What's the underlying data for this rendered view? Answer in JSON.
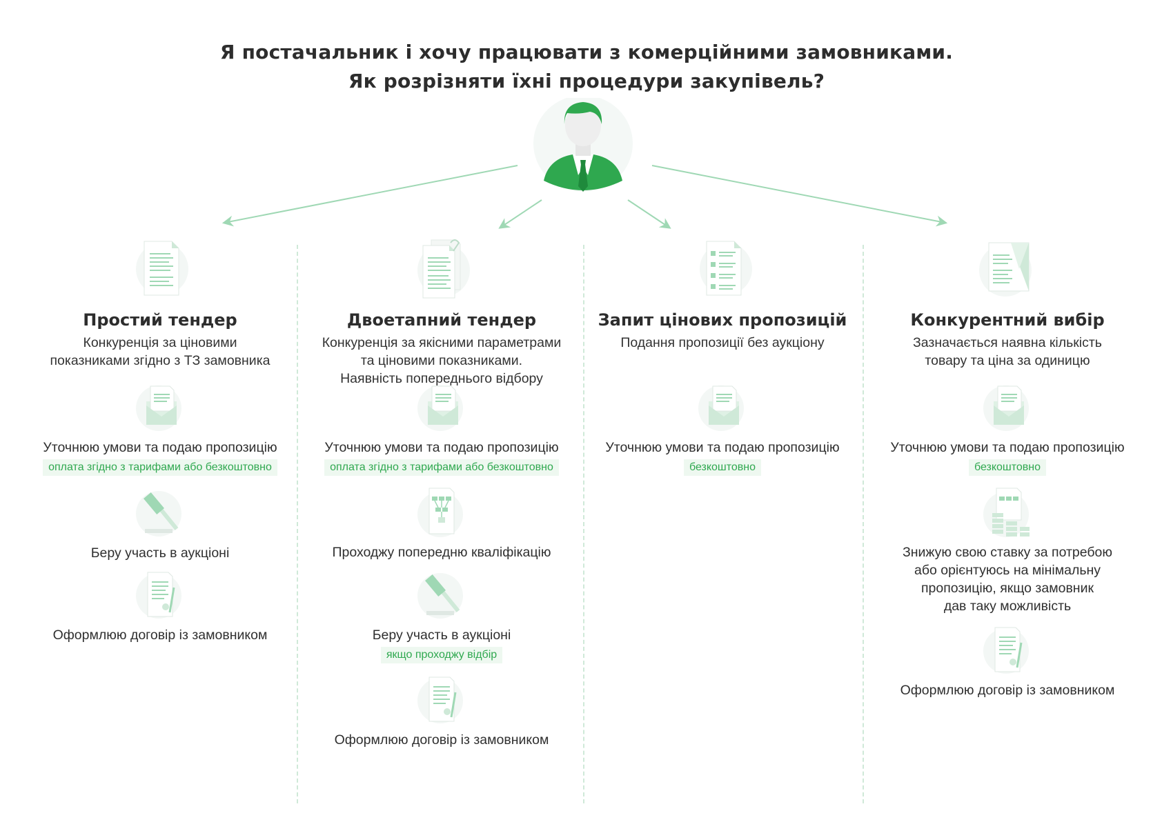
{
  "title": {
    "line1": "Я постачальник і хочу працювати з комерційними замовниками.",
    "line2": "Як розрізняти їхні процедури закупівель?"
  },
  "colors": {
    "accent": "#2fa84f",
    "light": "#cfe9d8",
    "bg_icon": "#f2f7f4"
  },
  "columns": [
    {
      "title": "Простий тендер",
      "desc": [
        "Конкуренція за ціновими",
        "показниками згідно з ТЗ замовника"
      ],
      "steps": [
        {
          "icon": "envelope-icon",
          "text": [
            "Уточнюю умови та подаю пропозицію"
          ],
          "note": "оплата згідно з тарифами або безкоштовно"
        },
        {
          "icon": "gavel-icon",
          "text": [
            "Беру участь в аукціоні"
          ]
        },
        {
          "icon": "contract-icon",
          "text": [
            "Оформлюю договір із замовником"
          ]
        }
      ]
    },
    {
      "title": "Двоетапний тендер",
      "desc": [
        "Конкуренція за якісними параметрами",
        "та ціновими показниками.",
        "Наявність попереднього відбору"
      ],
      "steps": [
        {
          "icon": "envelope-icon",
          "text": [
            "Уточнюю умови та подаю пропозицію"
          ],
          "note": "оплата згідно з тарифами або безкоштовно"
        },
        {
          "icon": "qualification-icon",
          "text": [
            "Проходжу попередню кваліфікацію"
          ]
        },
        {
          "icon": "gavel-icon",
          "text": [
            "Беру участь в аукціоні"
          ],
          "note": "якщо проходжу відбір"
        },
        {
          "icon": "contract-icon",
          "text": [
            "Оформлюю договір із замовником"
          ]
        }
      ]
    },
    {
      "title": "Запит цінових пропозицій",
      "desc": [
        "Подання пропозиції без аукціону"
      ],
      "steps": [
        {
          "icon": "envelope-icon",
          "text": [
            "Уточнюю умови та подаю пропозицію"
          ],
          "note": "безкоштовно"
        }
      ]
    },
    {
      "title": "Конкурентний вибір",
      "desc": [
        "Зазначається наявна кількість",
        "товару та ціна за одиницю"
      ],
      "steps": [
        {
          "icon": "envelope-icon",
          "text": [
            "Уточнюю умови та подаю пропозицію"
          ],
          "note": "безкоштовно"
        },
        {
          "icon": "bid-icon",
          "text": [
            "Знижую свою ставку за потребою",
            "або орієнтуюсь на мінімальну",
            "пропозицію, якщо замовник",
            "дав таку можливість"
          ]
        },
        {
          "icon": "contract-icon",
          "text": [
            "Оформлюю договір із замовником"
          ]
        }
      ]
    }
  ]
}
